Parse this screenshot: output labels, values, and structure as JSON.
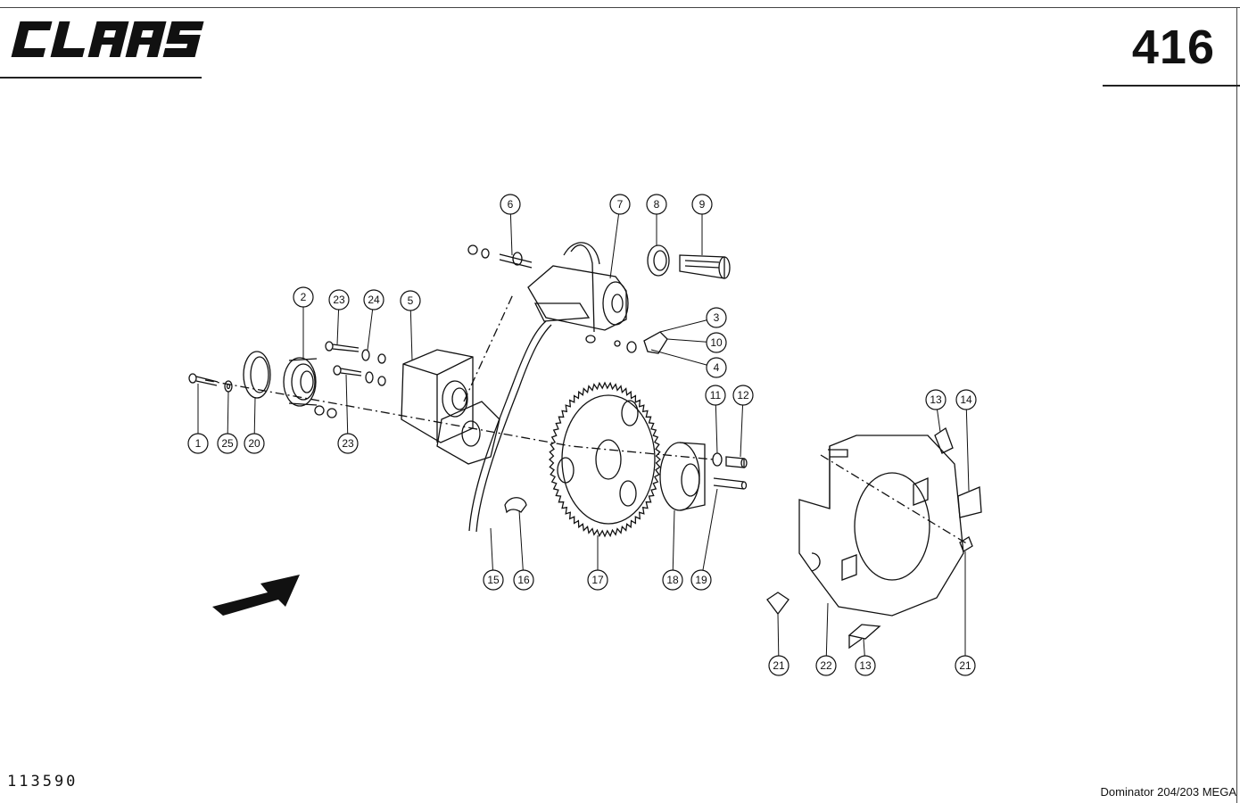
{
  "header": {
    "brand": "CLAAS",
    "page_number": "416"
  },
  "footer": {
    "drawing_number": "113590",
    "model": "Dominator 204/203 MEGA"
  },
  "callouts": [
    {
      "label": "1"
    },
    {
      "label": "2"
    },
    {
      "label": "3"
    },
    {
      "label": "4"
    },
    {
      "label": "5"
    },
    {
      "label": "6"
    },
    {
      "label": "7"
    },
    {
      "label": "8"
    },
    {
      "label": "9"
    },
    {
      "label": "10"
    },
    {
      "label": "11"
    },
    {
      "label": "12"
    },
    {
      "label": "13"
    },
    {
      "label": "14"
    },
    {
      "label": "13"
    },
    {
      "label": "15"
    },
    {
      "label": "16"
    },
    {
      "label": "17"
    },
    {
      "label": "18"
    },
    {
      "label": "19"
    },
    {
      "label": "20"
    },
    {
      "label": "21"
    },
    {
      "label": "21"
    },
    {
      "label": "22"
    },
    {
      "label": "23"
    },
    {
      "label": "23"
    },
    {
      "label": "24"
    },
    {
      "label": "25"
    }
  ]
}
